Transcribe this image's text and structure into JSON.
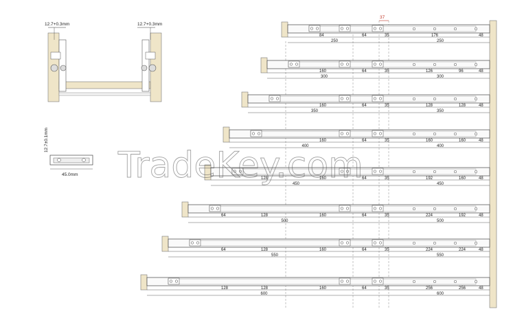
{
  "cross_section": {
    "left_gap": "12.7+0.3mm",
    "right_gap": "12.7+0.3mm"
  },
  "profile": {
    "thickness": "12.7±0.1mm",
    "width": "45.0mm"
  },
  "top_marker": "37",
  "slides": [
    {
      "length_label": "250",
      "slide_length": "250",
      "drawer_dims": [
        "84",
        "64",
        "35"
      ],
      "cabinet_dims": [
        "176",
        "48"
      ]
    },
    {
      "length_label": "300",
      "slide_length": "300",
      "drawer_dims": [
        "160",
        "64",
        "35"
      ],
      "cabinet_dims": [
        "126",
        "96",
        "48"
      ]
    },
    {
      "length_label": "350",
      "slide_length": "350",
      "drawer_dims": [
        "160",
        "64",
        "35"
      ],
      "cabinet_dims": [
        "128",
        "128",
        "48"
      ]
    },
    {
      "length_label": "400",
      "slide_length": "400",
      "drawer_dims": [
        "160",
        "64",
        "35"
      ],
      "cabinet_dims": [
        "160",
        "160",
        "48"
      ]
    },
    {
      "length_label": "450",
      "slide_length": "450",
      "drawer_dims": [
        "128",
        "160",
        "64",
        "35"
      ],
      "cabinet_dims": [
        "192",
        "160",
        "48"
      ]
    },
    {
      "length_label": "500",
      "slide_length": "500",
      "drawer_dims": [
        "64",
        "128",
        "160",
        "64",
        "35"
      ],
      "cabinet_dims": [
        "224",
        "192",
        "48"
      ]
    },
    {
      "length_label": "550",
      "slide_length": "550",
      "drawer_dims": [
        "64",
        "128",
        "160",
        "64",
        "35"
      ],
      "cabinet_dims": [
        "224",
        "224",
        "48"
      ]
    },
    {
      "length_label": "600",
      "slide_length": "600",
      "drawer_dims": [
        "128",
        "128",
        "160",
        "64",
        "35"
      ],
      "cabinet_dims": [
        "256",
        "256",
        "48"
      ]
    }
  ],
  "watermark": "TradeKey.com"
}
